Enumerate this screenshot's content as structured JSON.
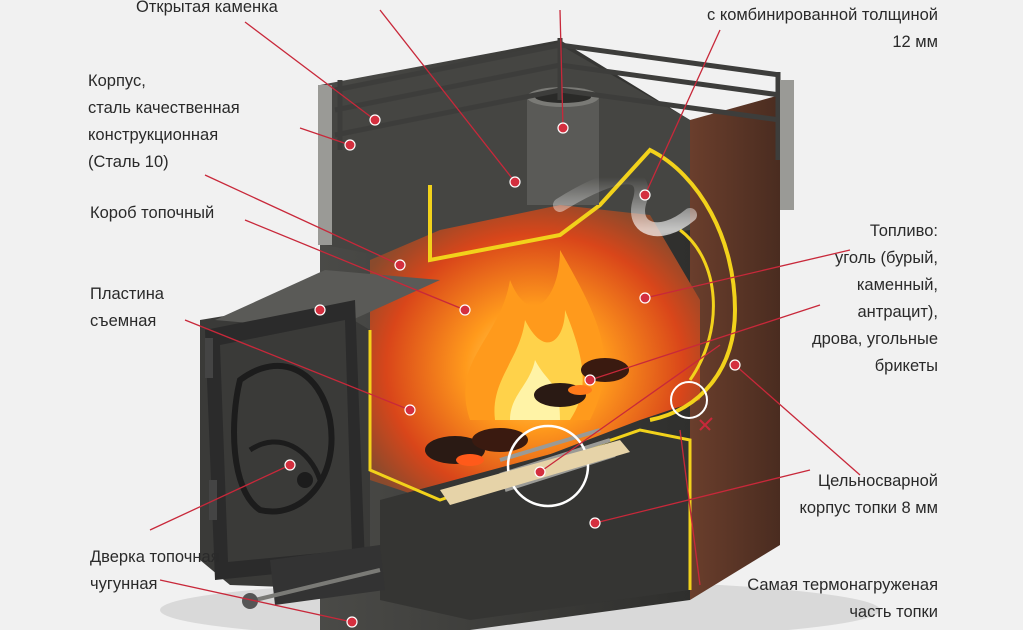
{
  "labels": {
    "open_heater": "Открытая каменка",
    "wall_thickness_line": "с комбинированной толщиной",
    "wall_thickness_value": "12 мм",
    "body_steel": "Корпус,\nсталь качественная\nконструкционная\n(Сталь 10)",
    "firebox": "Короб топочный",
    "removable_plate": "Пластина\nсъемная",
    "fuel": "Топливо:\nуголь (бурый,\nкаменный,\nантрацит),\nдрова, угольные\nбрикеты",
    "welded_body": "Цельносварной\nкорпус топки 8 мм",
    "door": "Дверка топочная\nчугунная",
    "hottest_zone": "Самая термонагруженая\nчасть топки"
  },
  "colors": {
    "background": "#f1f1f1",
    "leader_line": "#c8283a",
    "marker_dot": "#d42f3f",
    "heat_shield_outline": "#f2d21b",
    "steel_dark": "#3d3d3b",
    "steel_mid": "#5a5a57",
    "interior_brown": "#8a4a2c",
    "cast_iron": "#2b2b2b",
    "flame": "#ff9a1c"
  },
  "icons": {
    "marker": "red-dot-marker",
    "callout_circle": "highlight-circle"
  }
}
